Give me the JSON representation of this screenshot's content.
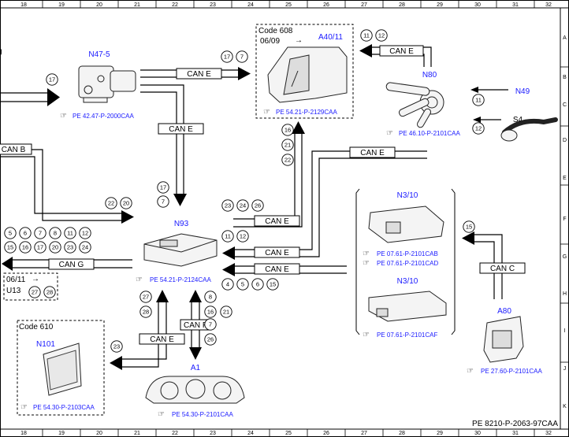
{
  "ruler": {
    "columns": [
      "18",
      "19",
      "20",
      "21",
      "22",
      "23",
      "24",
      "25",
      "26",
      "27",
      "28",
      "29",
      "30",
      "31",
      "32"
    ],
    "rows": [
      "A",
      "B",
      "C",
      "D",
      "E",
      "F",
      "G",
      "H",
      "I",
      "J",
      "K"
    ]
  },
  "components": {
    "n47_5": {
      "label": "N47-5",
      "ref": "PE 42.47-P-2000CAA"
    },
    "a40_11": {
      "label": "A40/11",
      "ref": "PE 54.21-P-2129CAA",
      "code": "Code 608",
      "note": "06/09"
    },
    "n80": {
      "label": "N80",
      "ref": "PE 46.10-P-2101CAA"
    },
    "n49": {
      "label": "N49"
    },
    "s4": {
      "label": "S4"
    },
    "n93": {
      "label": "N93",
      "ref": "PE 54.21-P-2124CAA"
    },
    "n3_10_a": {
      "label": "N3/10",
      "ref1": "PE 07.61-P-2101CAB",
      "ref2": "PE 07.61-P-2101CAD"
    },
    "n3_10_b": {
      "label": "N3/10",
      "ref": "PE 07.61-P-2101CAF"
    },
    "a80": {
      "label": "A80",
      "ref": "PE 27.60-P-2101CAA"
    },
    "n101": {
      "label": "N101",
      "ref": "PE 54.30-P-2103CAA",
      "code": "Code 610"
    },
    "a1": {
      "label": "A1",
      "ref": "PE 54.30-P-2101CAA"
    },
    "u13": {
      "note": "06/11",
      "label": "U13"
    }
  },
  "buses": {
    "can_e": "CAN E",
    "can_b": "CAN B",
    "can_g": "CAN G",
    "can_c": "CAN C",
    "can_f": "CAN F"
  },
  "left_glyph": "g",
  "footer_ref": "PE 8210-P-2063-97CAA"
}
